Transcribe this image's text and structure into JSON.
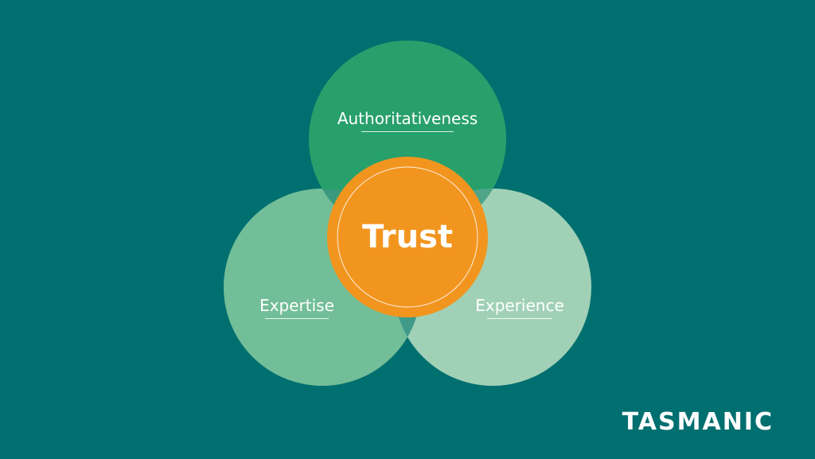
{
  "diagram": {
    "center_label": "Trust",
    "circles": [
      {
        "id": "authoritativeness",
        "label": "Authoritativeness",
        "color": "#28A06B"
      },
      {
        "id": "expertise",
        "label": "Expertise",
        "color": "#72BE98"
      },
      {
        "id": "experience",
        "label": "Experience",
        "color": "#A0D1B6"
      }
    ],
    "center_color": "#F2951F",
    "background_color": "#006F6F"
  },
  "brand": {
    "logo_text": "TASMANIC"
  }
}
